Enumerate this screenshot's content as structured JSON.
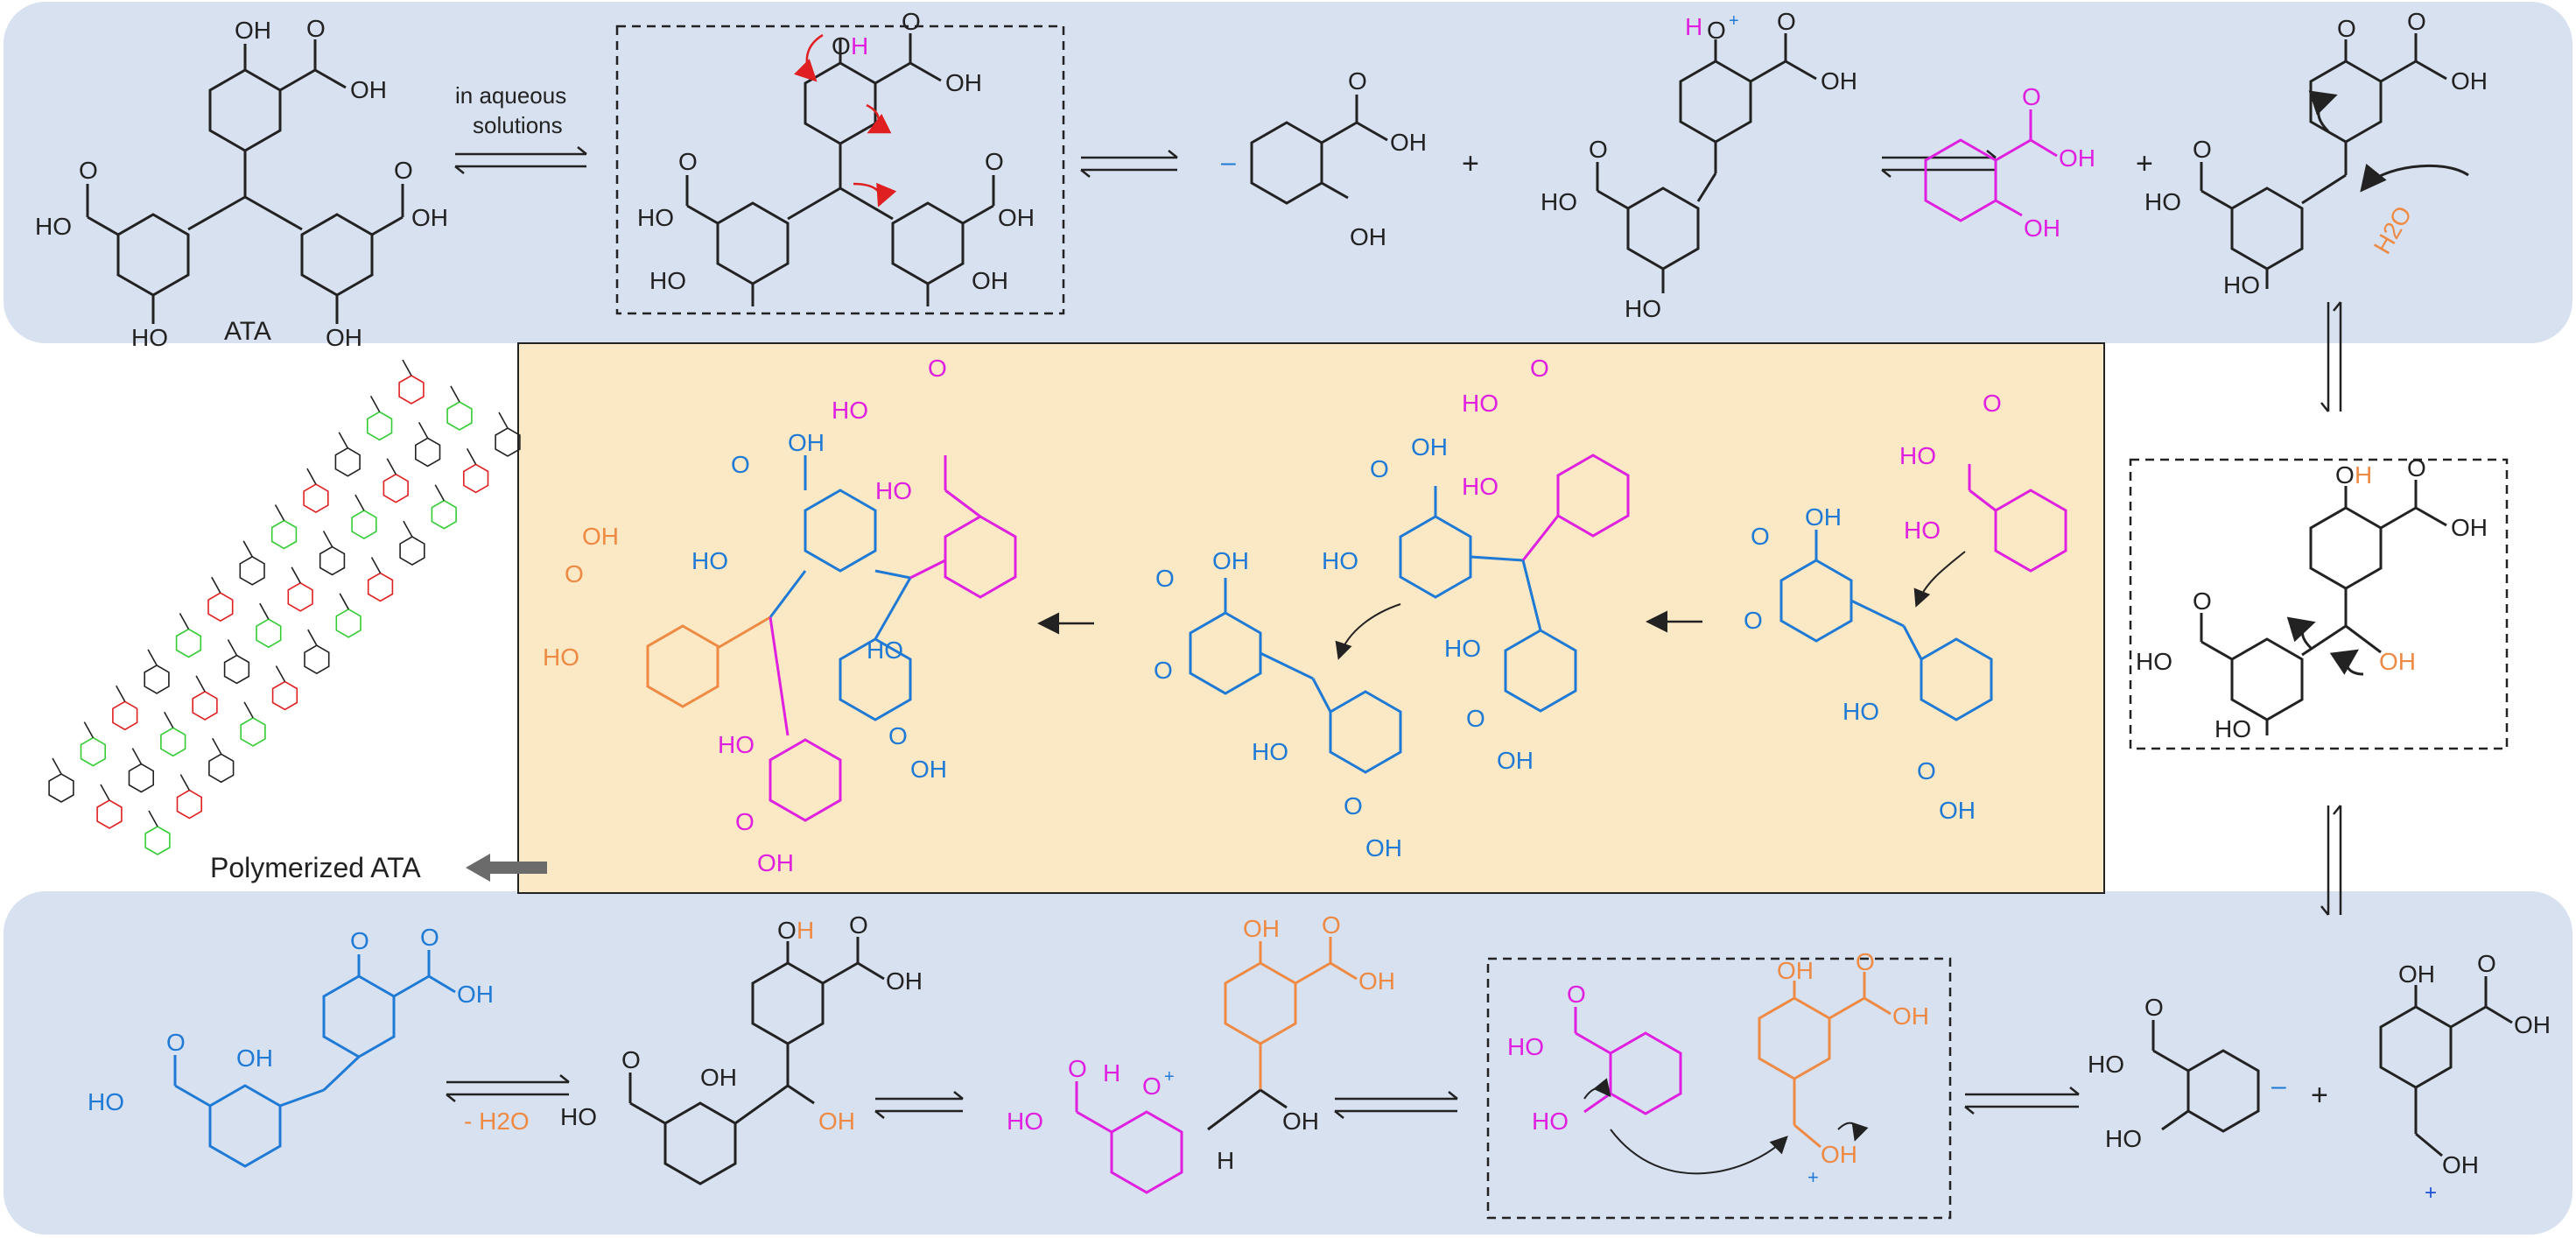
{
  "colors": {
    "band": "#d8e1f0",
    "panel": "#fbe8c4",
    "black": "#222222",
    "magenta": "#e020e0",
    "blue": "#1f7ad6",
    "orange": "#ee8a44",
    "red": "#e02020",
    "green": "#33cc33",
    "arrow_gray": "#6b6b6b"
  },
  "labels": {
    "ata": "ATA",
    "in_aqueous": "in aqueous",
    "solutions": "solutions",
    "polymerized": "Polymerized ATA",
    "minus_h2o": "- H2O",
    "h2o": "H2O",
    "plus": "+",
    "minus": "–"
  },
  "groups": {
    "oh": "OH",
    "ho": "HO",
    "o": "O",
    "h": "H",
    "plus_charge": "+"
  }
}
